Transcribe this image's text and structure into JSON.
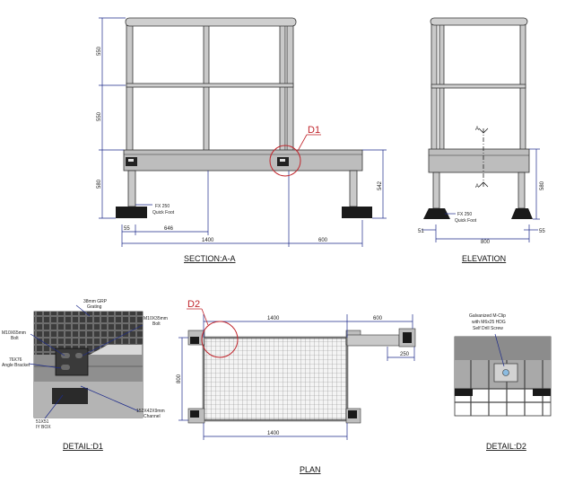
{
  "views": {
    "section": {
      "title": "SECTION:A-A",
      "dims": {
        "h_top": "550",
        "h_mid": "550",
        "h_bottom": "580",
        "h_right": "542",
        "w_left": "55",
        "w_646": "646",
        "w_1400": "1400",
        "w_600": "600"
      },
      "foot_label_1": "FX 250",
      "foot_label_2": "Quick Foot",
      "callout": "D1"
    },
    "elevation": {
      "title": "ELEVATION",
      "dims": {
        "h_right": "580",
        "w_51": "51",
        "w_800": "800",
        "w_55": "55"
      },
      "section_marks": [
        "A",
        "A"
      ],
      "foot_label_1": "FX 250",
      "foot_label_2": "Quick Foot"
    },
    "detail_d1": {
      "title": "DETAIL:D1",
      "labels": {
        "grating_1": "38mm GRP",
        "grating_2": "Grating",
        "bolt_l_1": "M10X65mm",
        "bolt_l_2": "Bolt",
        "bolt_r_1": "M10X35mm",
        "bolt_r_2": "Bolt",
        "bracket_1": "76X76",
        "bracket_2": "Angle Bracket",
        "channel_1": "152X42X9mm",
        "channel_2": "Channel",
        "box_1": "51X51",
        "box_2": "IY BOX"
      }
    },
    "plan": {
      "title": "PLAN",
      "dims": {
        "w_top": "1400",
        "w_600": "600",
        "h_800": "800",
        "w_250": "250",
        "w_bottom": "1400"
      },
      "callout": "D2"
    },
    "detail_d2": {
      "title": "DETAIL:D2",
      "labels": {
        "clip_1": "Galvanized M-Clip",
        "clip_2": "with M6x25 HDG",
        "clip_3": "Self Drill Screw"
      }
    }
  }
}
